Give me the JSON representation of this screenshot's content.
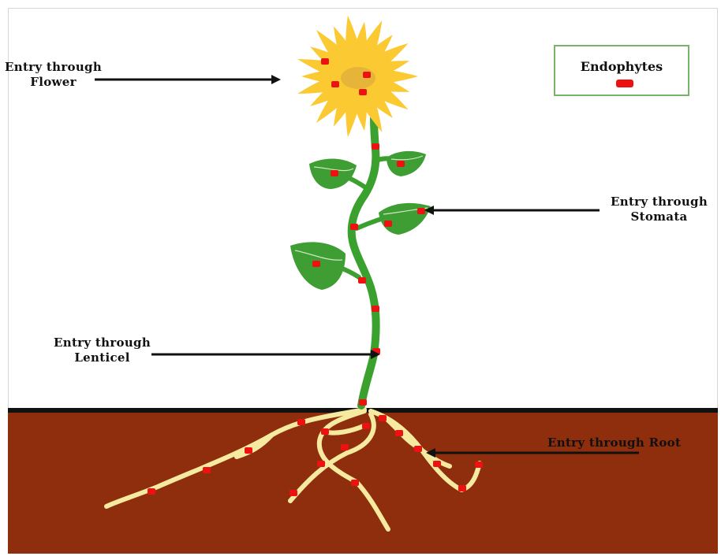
{
  "labels": {
    "flower": [
      "Entry through",
      "Flower"
    ],
    "stomata": [
      "Entry through",
      "Stomata"
    ],
    "lenticel": [
      "Entry through",
      "Lenticel"
    ],
    "root": "Entry through Root"
  },
  "legend": {
    "title": "Endophytes",
    "marker_color": "#ee1111"
  },
  "colors": {
    "soil": "#8e2e0c",
    "soil_line": "#111111",
    "stem": "#3aa12e",
    "leaf": "#3e9e33",
    "leaf_vein": "#cfe8c4",
    "petal": "#fbc931",
    "flower_center": "#e7b43a",
    "root": "#f5eaa0",
    "endophyte": "#ee1111",
    "arrow": "#111111"
  }
}
